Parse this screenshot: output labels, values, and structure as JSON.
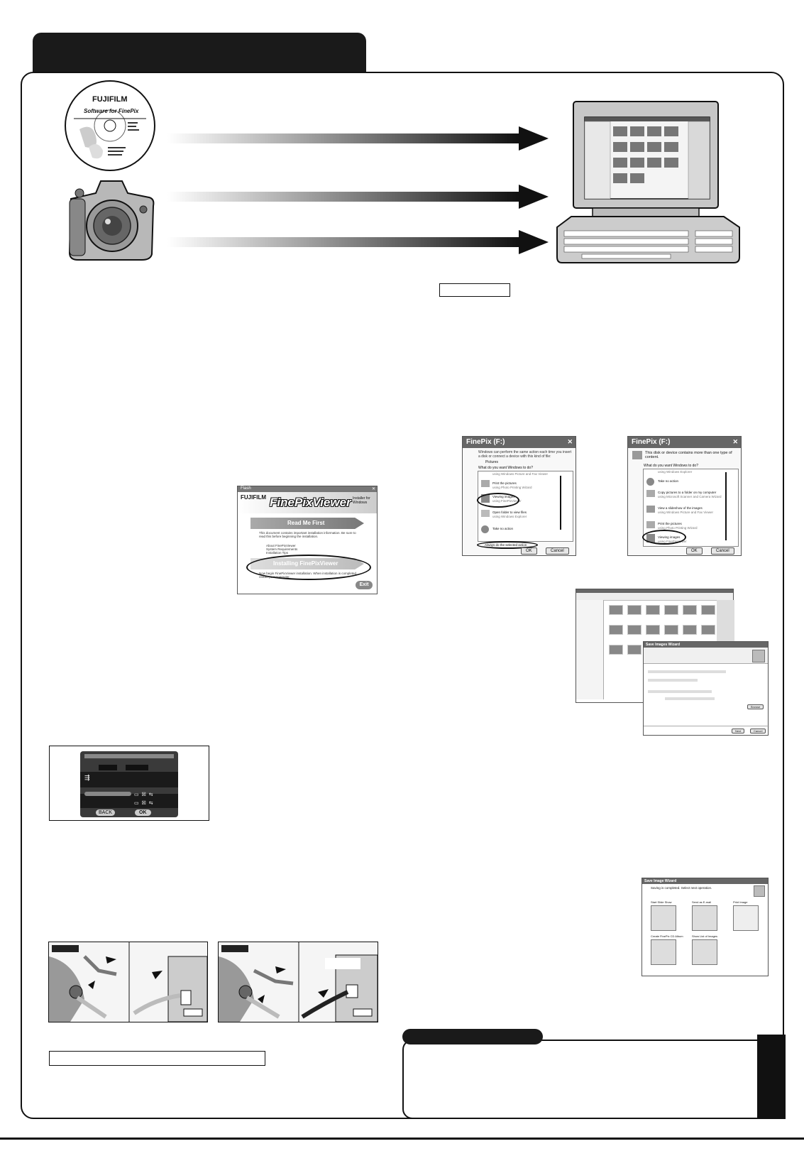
{
  "cd": {
    "brand": "FUJIFILM",
    "software_label": "Software for FinePix"
  },
  "installer": {
    "window_title": "Flash",
    "brand": "FUJIFILM",
    "product": "FinePixViewer",
    "subtitle": "Installer for Windows",
    "read_me_button": "Read Me First",
    "read_me_desc": "This document contains important installation information. Be sure to read this before beginning the installation.",
    "read_me_items": [
      "About FinePixViewer",
      "System Requirements",
      "Installation Tips"
    ],
    "install_button": "Installing FinePixViewer",
    "install_desc": "Now begin FinePixViewer installation. When installation is completed, restart your computer.",
    "exit_button": "Exit"
  },
  "autoplay_left": {
    "title": "FinePix (F:)",
    "intro": "Windows can perform the same action each time you insert a disk or connect a device with this kind of file:",
    "content_type": "Pictures",
    "question": "What do you want Windows to do?",
    "options": [
      {
        "label": "using Windows Picture and Fax Viewer",
        "sub": ""
      },
      {
        "label": "Print the pictures",
        "sub": "using Photo Printing Wizard"
      },
      {
        "label": "Viewing images",
        "sub": "using FinePixViewer"
      },
      {
        "label": "Open folder to view files",
        "sub": "using Windows Explorer"
      },
      {
        "label": "Take no action",
        "sub": ""
      }
    ],
    "checkbox_label": "Always do the selected action",
    "ok": "OK",
    "cancel": "Cancel"
  },
  "autoplay_right": {
    "title": "FinePix (F:)",
    "intro": "This disk or device contains more than one type of content.",
    "question": "What do you want Windows to do?",
    "options": [
      {
        "label": "using Windows Explorer",
        "sub": ""
      },
      {
        "label": "Take no action",
        "sub": ""
      },
      {
        "label": "Copy pictures to a folder on my computer",
        "sub": "using Microsoft Scanner and Camera Wizard"
      },
      {
        "label": "View a slideshow of the images",
        "sub": "using Windows Picture and Fax Viewer"
      },
      {
        "label": "Print the pictures",
        "sub": "using Photo Printing Wizard"
      },
      {
        "label": "Viewing images",
        "sub": "using FinePixViewer"
      }
    ],
    "ok": "OK",
    "cancel": "Cancel"
  },
  "save_wizard": {
    "title": "Save Images Wizard",
    "next": "Next",
    "cancel": "Cancel",
    "browse": "Browse"
  },
  "complete_wizard": {
    "title": "Save Image Wizard",
    "message": "Saving is completed. Select next operation.",
    "options": [
      "Start Slide Show",
      "Send as E-mail",
      "Print Image",
      "Create FinePix CD Album",
      "Show List of Images"
    ]
  },
  "camera_lcd": {
    "back": "BACK",
    "ok": "OK"
  }
}
